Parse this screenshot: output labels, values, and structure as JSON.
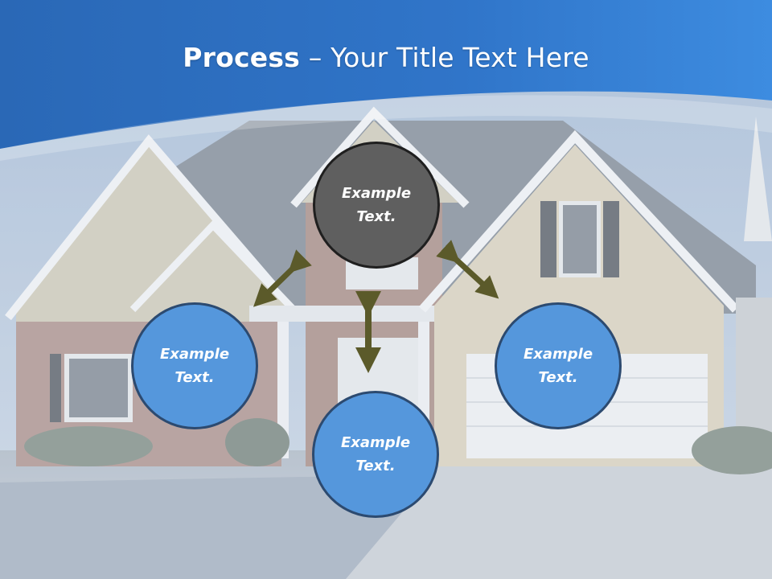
{
  "title": {
    "bold": "Process",
    "rest": " – Your Title Text Here"
  },
  "nodes": {
    "top": "Example\nText.",
    "left": "Example\nText.",
    "bottom": "Example\nText.",
    "right": "Example\nText."
  },
  "colors": {
    "header_blue": "#2f74c8",
    "circle_blue": "#5597dc",
    "circle_dark": "#5f5f5f",
    "arrow": "#5b5a2a"
  }
}
